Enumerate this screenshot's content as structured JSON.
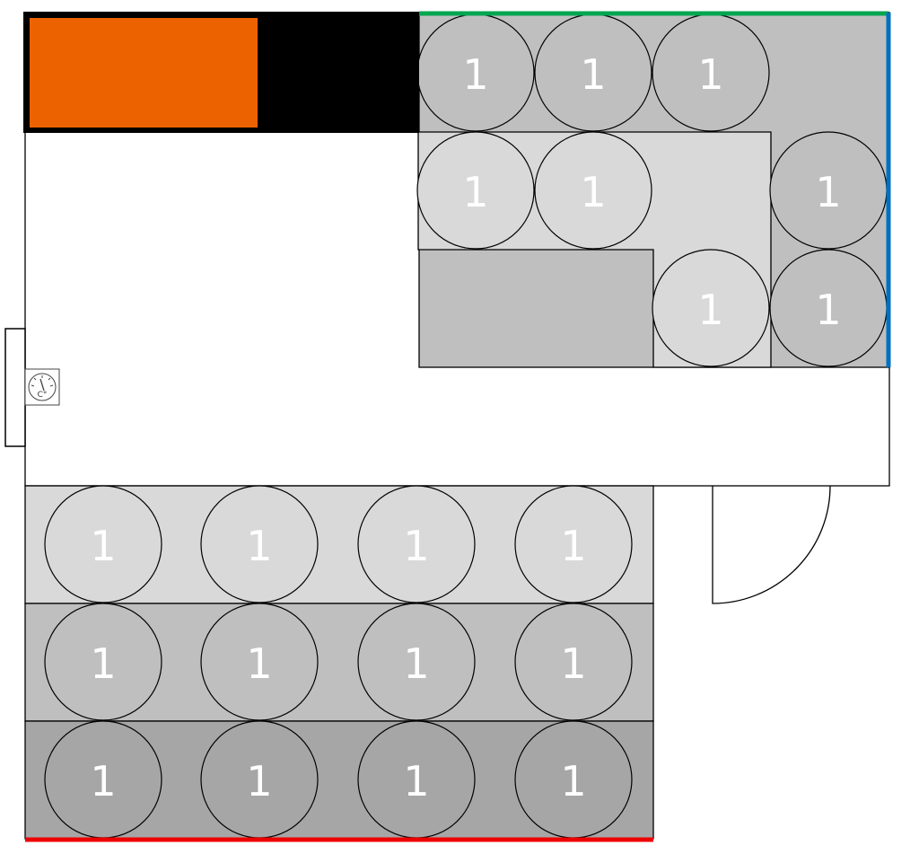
{
  "colors": {
    "light": "#d9d9d9",
    "medium": "#bfbfbf",
    "dark": "#a6a6a6",
    "line": "#000000",
    "cabinet": "#000000",
    "heater": "#ec6200",
    "top_wall": "#00a650",
    "right_wall": "#0070c0",
    "bottom_wall": "#ee0000",
    "background": "#ffffff"
  },
  "icons": {
    "thermometer": "thermometer-dial-icon",
    "door": "door-swing-icon"
  },
  "thermometer_unit": "C°",
  "slots": [
    {
      "label": "1",
      "shade": "medium"
    },
    {
      "label": "1",
      "shade": "medium"
    },
    {
      "label": "1",
      "shade": "medium"
    },
    {
      "label": "1",
      "shade": "light"
    },
    {
      "label": "1",
      "shade": "light"
    },
    {
      "label": "1",
      "shade": "medium"
    },
    {
      "label": "1",
      "shade": "light"
    },
    {
      "label": "1",
      "shade": "medium"
    },
    {
      "label": "1",
      "shade": "light"
    },
    {
      "label": "1",
      "shade": "light"
    },
    {
      "label": "1",
      "shade": "light"
    },
    {
      "label": "1",
      "shade": "light"
    },
    {
      "label": "1",
      "shade": "medium"
    },
    {
      "label": "1",
      "shade": "medium"
    },
    {
      "label": "1",
      "shade": "medium"
    },
    {
      "label": "1",
      "shade": "medium"
    },
    {
      "label": "1",
      "shade": "dark"
    },
    {
      "label": "1",
      "shade": "dark"
    },
    {
      "label": "1",
      "shade": "dark"
    },
    {
      "label": "1",
      "shade": "dark"
    }
  ]
}
